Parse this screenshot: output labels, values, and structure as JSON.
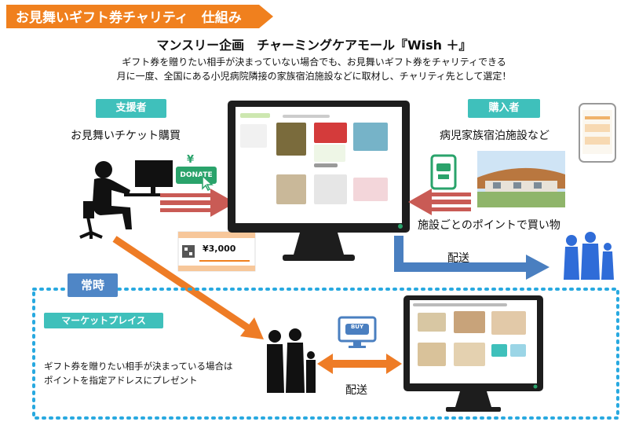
{
  "banner": {
    "text": "お見舞いギフト券チャリティ　仕組み",
    "color": "#f0801e"
  },
  "title": "マンスリー企画　チャーミングケアモール『Wish ＋』",
  "description": {
    "line1": "ギフト券を贈りたい相手が決まっていない場合でも、お見舞いギフト券をチャリティできる",
    "line2": "月に一度、全国にある小児病院隣接の家族宿泊施設などに取材し、チャリティ先として選定！"
  },
  "supporter": {
    "tag": "支援者",
    "action": "お見舞いチケット購買",
    "yen": "¥",
    "donate": "DONATE"
  },
  "buyer": {
    "tag": "購入者",
    "target": "病児家族宿泊施設など",
    "points": "施設ごとのポイントで買い物"
  },
  "buy_label": "BUY",
  "ticket_amount": "¥3,000",
  "delivery": {
    "top": "配送",
    "bottom": "配送"
  },
  "always": {
    "tag": "常時",
    "marketplace": "マーケットプレイス"
  },
  "marketplace_note": {
    "line1": "ギフト券を贈りたい相手が決まっている場合は",
    "line2": "ポイントを指定アドレスにプレゼント"
  },
  "colors": {
    "teal": "#3fc0bb",
    "blue_tag": "#4f86c6",
    "arrow_red": "#c95b55",
    "arrow_blue": "#4a7fc0",
    "arrow_orange": "#ee7c26",
    "dotted": "#28a9e0",
    "green": "#2aa36b",
    "person_blue": "#2f6cd8"
  }
}
